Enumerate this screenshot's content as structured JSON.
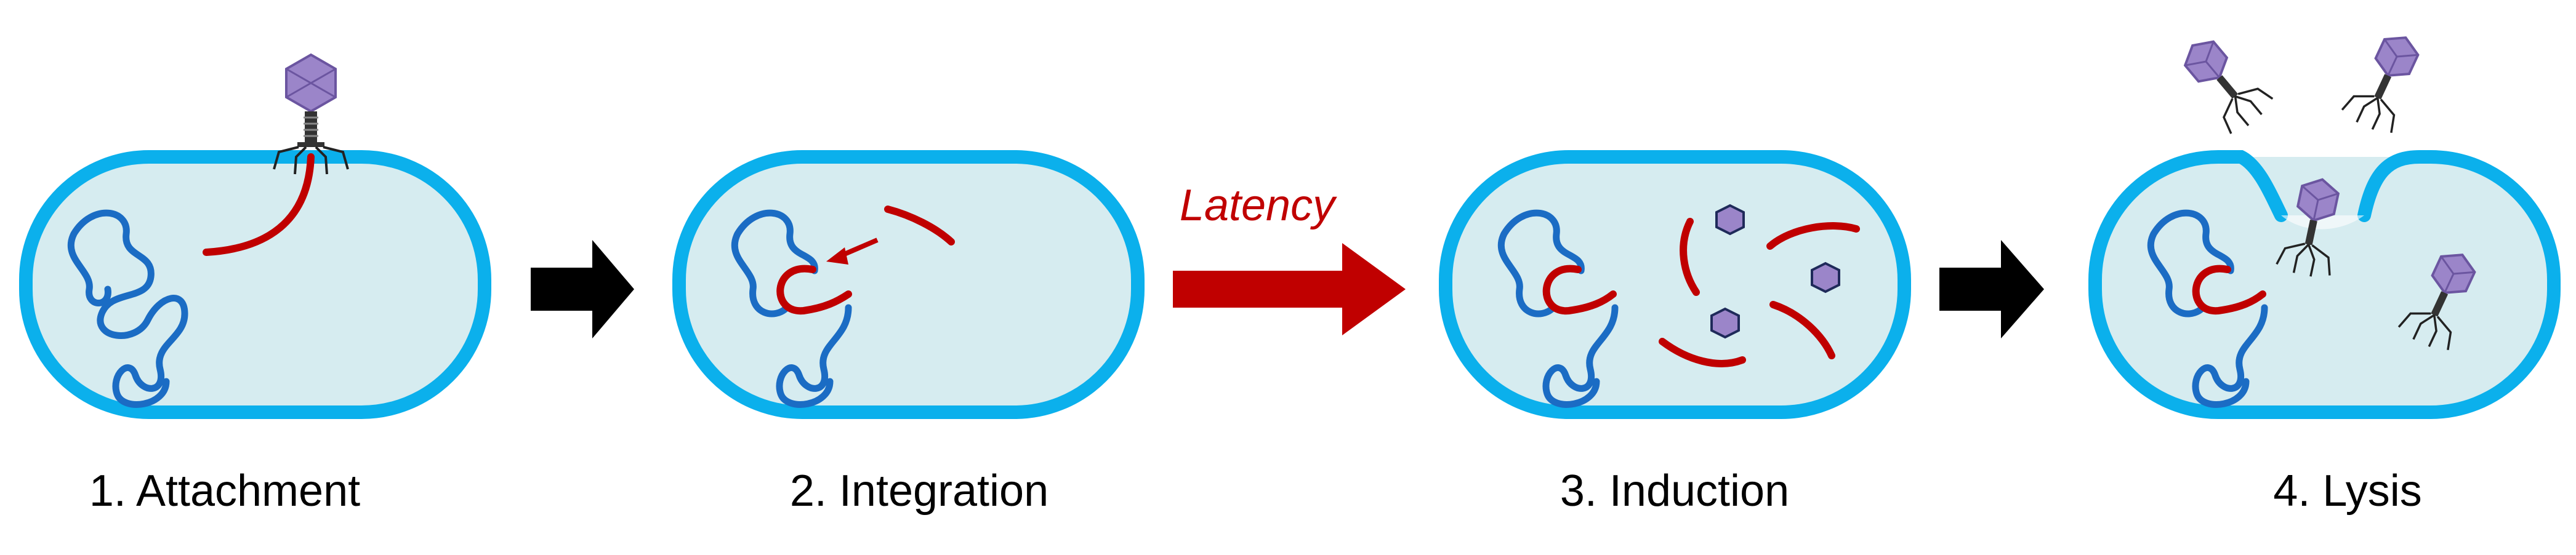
{
  "steps": [
    {
      "label": "1. Attachment"
    },
    {
      "label": "2. Integration"
    },
    {
      "label": "3. Induction"
    },
    {
      "label": "4. Lysis"
    }
  ],
  "latency_label": "Latency",
  "colors": {
    "cell_wall": "#0bb0ec",
    "cell_fill": "#d6ecf0",
    "bacterial_dna": "#1b6cc4",
    "phage_dna": "#c00000",
    "phage_head": "#9b85c9",
    "arrow_black": "#000000",
    "arrow_red": "#c00000"
  },
  "icons": [
    "bacteriophage-icon",
    "bacterial-chromosome-icon",
    "phage-dna-icon",
    "capsid-icon"
  ]
}
